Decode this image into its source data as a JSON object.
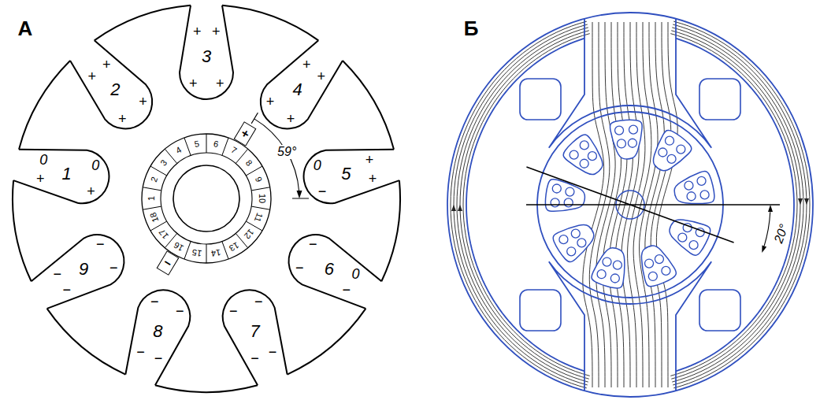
{
  "diagram": {
    "nodes": [
      {
        "text": [
          "1",
          "+",
          "0",
          "+",
          "0"
        ]
      },
      {
        "text": [
          "2",
          "+",
          "+",
          "+",
          "+"
        ]
      },
      {
        "text": [
          "3",
          "+",
          "+",
          "+",
          "+"
        ]
      },
      {
        "text": [
          "4",
          "+",
          "+",
          "+",
          "+"
        ]
      },
      {
        "text": [
          "5",
          "+",
          "+",
          "0",
          "−"
        ]
      },
      {
        "text": [
          "6",
          "0",
          "−",
          "−",
          "−"
        ]
      },
      {
        "text": [
          "7",
          "−",
          "−",
          "−",
          "−"
        ]
      },
      {
        "text": [
          "8",
          "−",
          "−",
          "−",
          "−"
        ]
      },
      {
        "text": [
          "9",
          "−",
          "−",
          "−",
          "−"
        ]
      },
      {
        "text": [
          "+"
        ]
      },
      {
        "text": [
          "−"
        ]
      }
    ],
    "labels": [
      "А",
      "1",
      "2",
      "3",
      "4",
      "5",
      "6",
      "7",
      "8",
      "9",
      "10",
      "11",
      "12",
      "13",
      "14",
      "15",
      "16",
      "17",
      "18",
      "59°",
      "Б",
      "20°"
    ]
  }
}
